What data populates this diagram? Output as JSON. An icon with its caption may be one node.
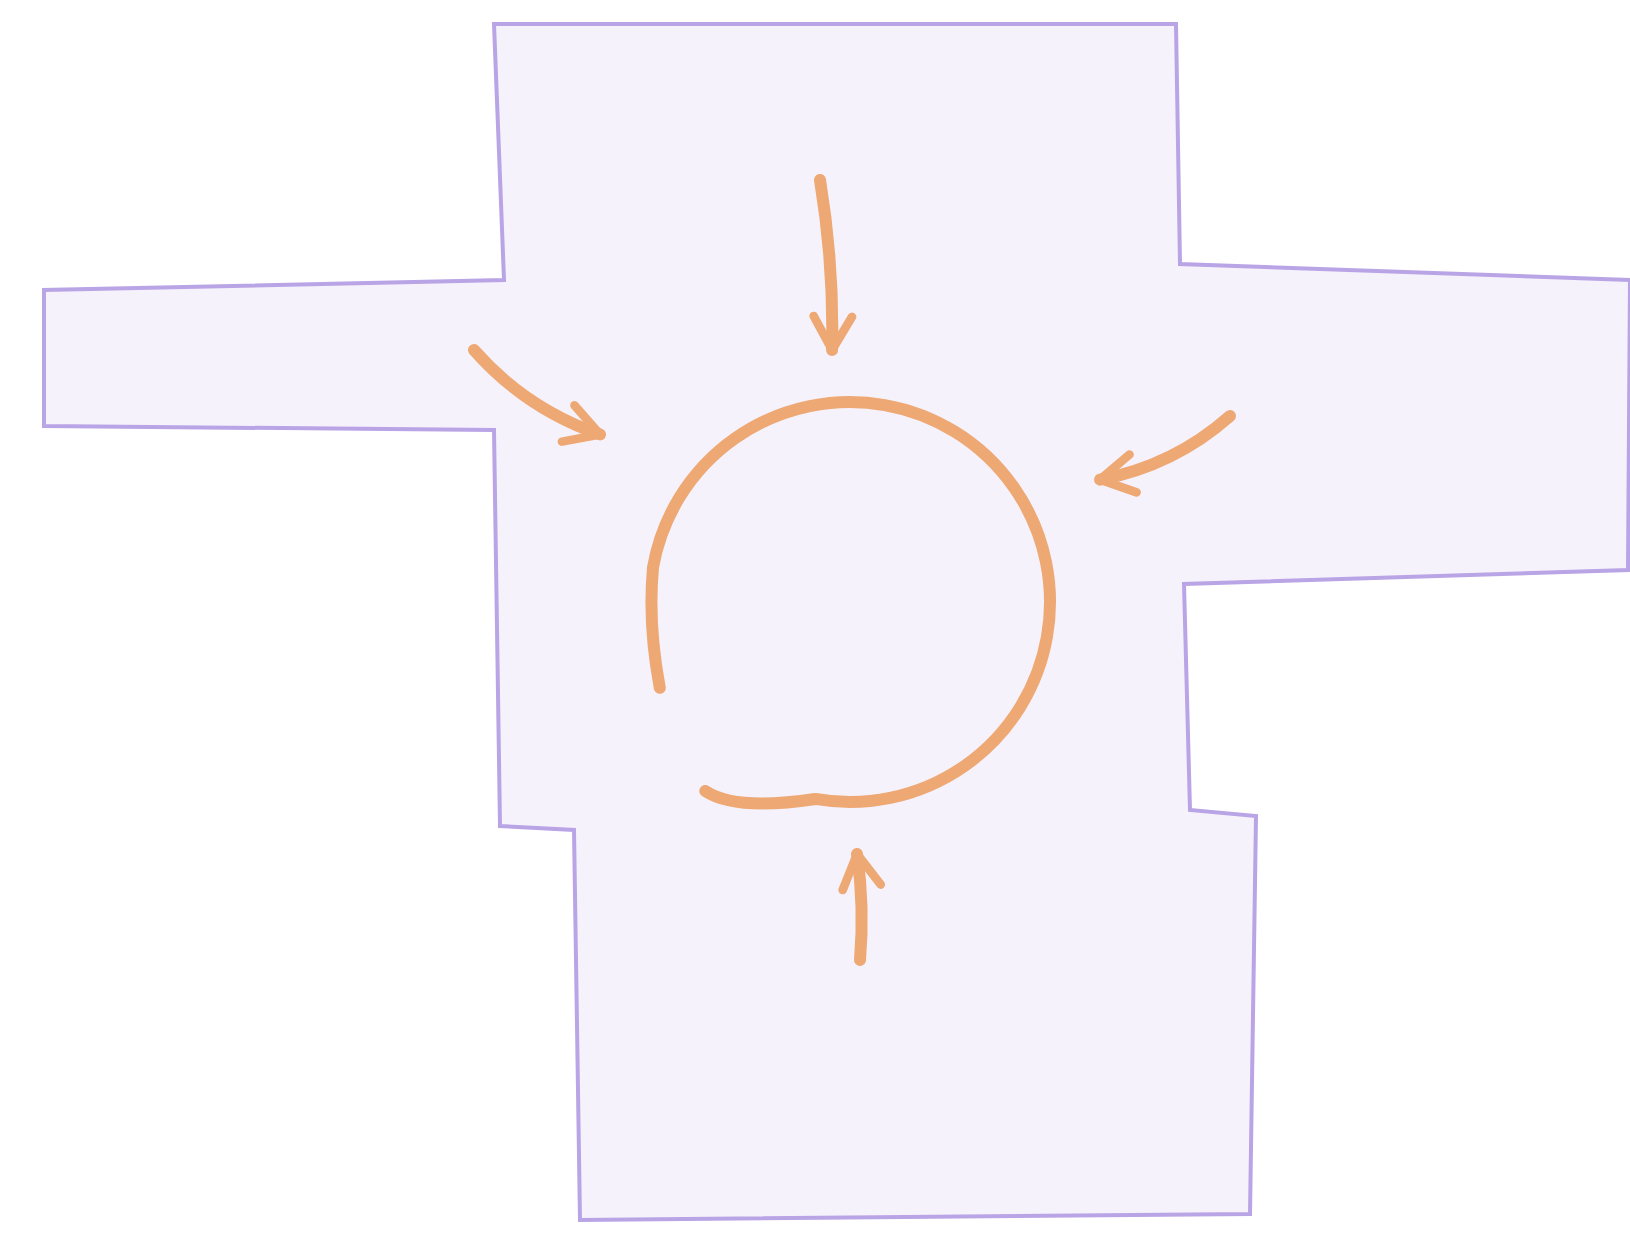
{
  "diagram": {
    "nodes": [
      {
        "text": [],
        "shape": "box"
      },
      {
        "text": [],
        "shape": "circle",
        "in": 0
      }
    ],
    "edges": [
      {
        "from": null,
        "to": 1,
        "arrow": "to"
      },
      {
        "from": null,
        "to": 1,
        "arrow": "to"
      },
      {
        "from": null,
        "to": 1,
        "arrow": "to"
      },
      {
        "from": null,
        "to": 1,
        "arrow": "to"
      }
    ]
  }
}
